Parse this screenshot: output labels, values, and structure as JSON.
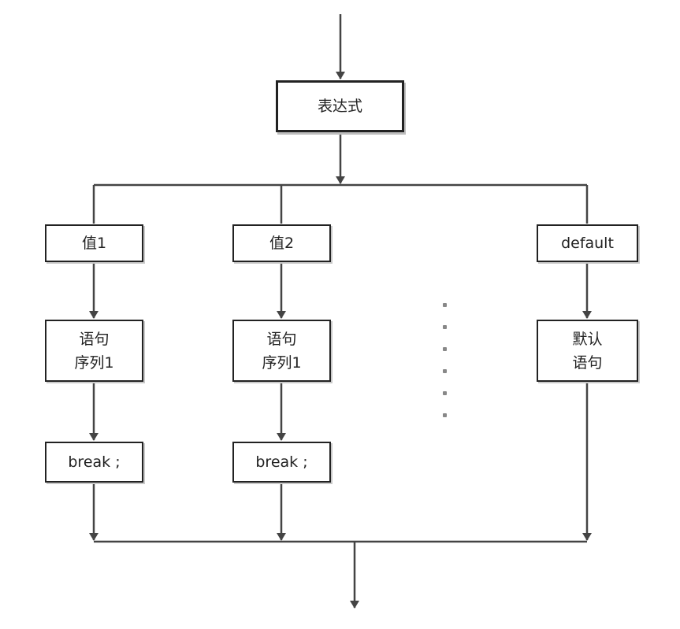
{
  "diagram": {
    "expression": "表达式",
    "branches": [
      {
        "case_label": "值1",
        "statements": [
          "语句",
          "序列1"
        ],
        "break_label": "break ;"
      },
      {
        "case_label": "值2",
        "statements": [
          "语句",
          "序列1"
        ],
        "break_label": "break ;"
      }
    ],
    "default_branch": {
      "case_label": "default",
      "statements": [
        "默认",
        "语句"
      ]
    }
  }
}
